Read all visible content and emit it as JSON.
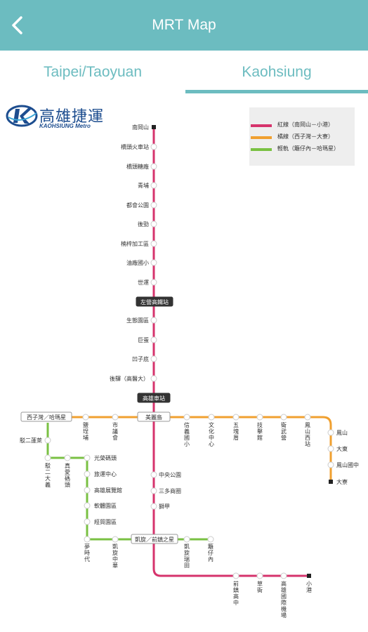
{
  "header": {
    "title": "MRT Map",
    "back_icon": "chevron-left-icon"
  },
  "tabs": [
    {
      "label": "Taipei/Taoyuan",
      "selected": false
    },
    {
      "label": "Kaohsiung",
      "selected": true
    }
  ],
  "logo": {
    "name": "高雄捷運",
    "english": "KAOHSIUNG Metro"
  },
  "legend": [
    {
      "label": "紅線（南岡山－小港）",
      "color": "#d6336c"
    },
    {
      "label": "橘線（西子灣－大寮）",
      "color": "#f0a030"
    },
    {
      "label": "輕軌（籬仔內－哈瑪星）",
      "color": "#7ac143"
    }
  ],
  "colors": {
    "accent": "#6cbcc0",
    "red_line": "#d6336c",
    "orange_line": "#f0a030",
    "light_rail": "#7ac143"
  },
  "stations": {
    "red_upper": [
      "南岡山",
      "橋頭火車站",
      "橋頭糖廠",
      "青埔",
      "都會公園",
      "後勁",
      "楠梓加工區",
      "油廠國小",
      "世運"
    ],
    "interchange_zuoying": "左營高鐵站",
    "red_mid": [
      "生態園區",
      "巨蛋",
      "凹子底",
      "後驛（高醫大）"
    ],
    "interchange_main": "高雄車站",
    "red_lower": [
      "中央公園",
      "三多商圈",
      "獅甲"
    ],
    "interchange_formosa": "美麗島",
    "orange_west": "西子灣／哈瑪星",
    "orange_vertical": [
      "鹽埕埔",
      "市議會"
    ],
    "orange_east": [
      "信義國小",
      "文化中心",
      "五塊厝",
      "技擊館",
      "衛武營",
      "鳳山西站"
    ],
    "orange_end": [
      "鳳山",
      "大東",
      "鳳山國中",
      "大寮"
    ],
    "light_rail_west": [
      "籬仔內",
      "凱旋中華"
    ],
    "interchange_lr": "凱旋／前鎮之星",
    "light_rail_right": [
      "前鎮高中",
      "草衙",
      "高雄國際機場"
    ],
    "light_rail_left": [
      "光榮碼頭",
      "旅運中心",
      "高雄展覽館",
      "軟體園區",
      "經貿園區",
      "夢時代"
    ],
    "lr_branch": [
      "駁二蓬萊",
      "駁二大義",
      "真愛碼頭"
    ],
    "red_end": "小港",
    "red_bottom_extra": "凱旋瑞田"
  }
}
